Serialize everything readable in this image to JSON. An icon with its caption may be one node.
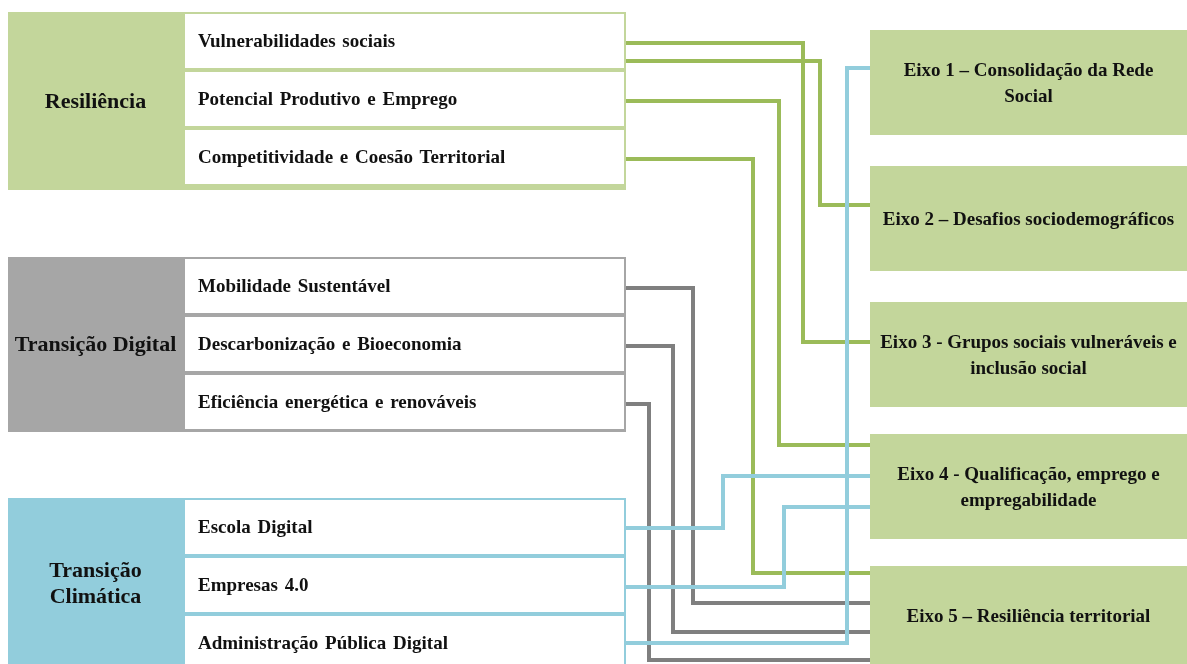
{
  "diagram": {
    "nodes": [
      {
        "text": [
          "Resiliência"
        ]
      },
      {
        "text": [
          "Vulnerabilidades sociais"
        ],
        "in": 0
      },
      {
        "text": [
          "Potencial Produtivo e Emprego"
        ],
        "in": 0
      },
      {
        "text": [
          "Competitividade e Coesão Territorial"
        ],
        "in": 0
      },
      {
        "text": [
          "Transição Digital"
        ]
      },
      {
        "text": [
          "Mobilidade Sustentável"
        ],
        "in": 4
      },
      {
        "text": [
          "Descarbonização e Bioeconomia"
        ],
        "in": 4
      },
      {
        "text": [
          "Eficiência energética e renováveis"
        ],
        "in": 4
      },
      {
        "text": [
          "Transição Climática"
        ]
      },
      {
        "text": [
          "Escola Digital"
        ],
        "in": 8
      },
      {
        "text": [
          "Empresas 4.0"
        ],
        "in": 8
      },
      {
        "text": [
          "Administração Pública Digital"
        ],
        "in": 8
      },
      {
        "text": [
          "Eixo 1 – Consolidação da Rede Social"
        ]
      },
      {
        "text": [
          "Eixo 2 – Desafios sociodemográficos"
        ]
      },
      {
        "text": [
          "Eixo 3 - Grupos sociais vulneráveis e inclusão social"
        ]
      },
      {
        "text": [
          "Eixo 4 - Qualificação, emprego e empregabilidade"
        ]
      },
      {
        "text": [
          "Eixo 5 – Resiliência territorial"
        ]
      }
    ],
    "edges": [
      {
        "from": 1,
        "to": 14,
        "arrow": "none"
      },
      {
        "from": 1,
        "to": 13,
        "arrow": "none"
      },
      {
        "from": 2,
        "to": 15,
        "arrow": "none"
      },
      {
        "from": 3,
        "to": 16,
        "arrow": "none"
      },
      {
        "from": 5,
        "to": 16,
        "arrow": "none",
        "color": "#7f7f7f"
      },
      {
        "from": 6,
        "to": 16,
        "arrow": "none",
        "color": "#7f7f7f"
      },
      {
        "from": 7,
        "to": 16,
        "arrow": "none",
        "color": "#7f7f7f"
      },
      {
        "from": 9,
        "to": 15,
        "arrow": "none",
        "color": "#92cddc"
      },
      {
        "from": 10,
        "to": 15,
        "arrow": "none",
        "color": "#92cddc"
      },
      {
        "from": 11,
        "to": 12,
        "arrow": "none",
        "color": "#92cddc"
      }
    ]
  }
}
